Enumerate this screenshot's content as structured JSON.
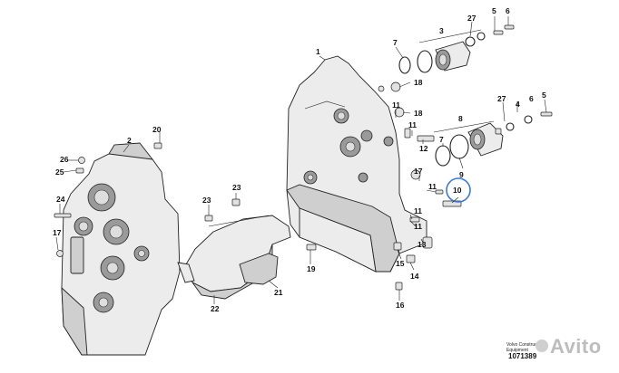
{
  "callouts": [
    "1",
    "2",
    "3",
    "4",
    "5",
    "6",
    "7",
    "8",
    "9",
    "10",
    "11",
    "12",
    "13",
    "14",
    "15",
    "16",
    "17",
    "18",
    "19",
    "20",
    "21",
    "22",
    "23",
    "24",
    "25",
    "26",
    "27"
  ],
  "highlight_color": "#3a7bd5",
  "footer": {
    "reference_lines": [
      "Volvo Construction",
      "Equipment"
    ],
    "drawing_number": "1071389"
  },
  "watermark": "Avito"
}
